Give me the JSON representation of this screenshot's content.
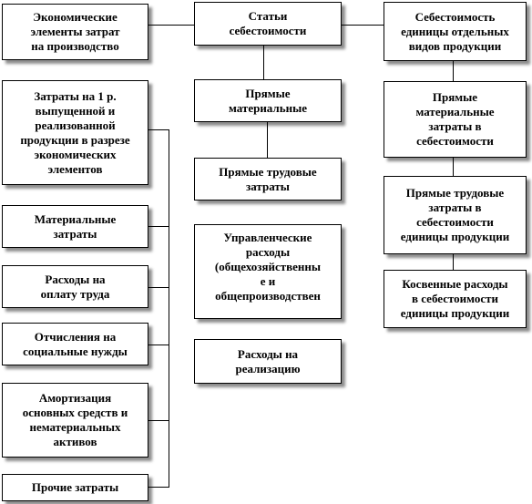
{
  "colors": {
    "line": "#000000",
    "box_border": "#000000",
    "box_fill": "#ffffff",
    "text": "#000000"
  },
  "left_column": {
    "header": "Экономические\nэлементы затрат\nна производство",
    "group_title": "Затраты на 1 р.\nвыпущенной и\nреализованной\nпродукции в разрезе\nэкономических\nэлементов",
    "items": [
      "Материальные\nзатраты",
      "Расходы на\nоплату труда",
      "Отчисления на\nсоциальные нужды",
      "Амортизация\nосновных средств и\nнематериальных\nактивов",
      "Прочие затраты"
    ]
  },
  "center_column": {
    "header": "Статьи\nсебестоимости",
    "items": [
      "Прямые\nматериальные",
      "Прямые трудовые\nзатраты",
      "Управленческие\nрасходы\n(общехозяйственны\nе и\nобщепроизводствен",
      "Расходы на\nреализацию"
    ]
  },
  "right_column": {
    "header": "Себестоимость\nединицы отдельных\nвидов продукции",
    "items": [
      "Прямые\nматериальные\nзатраты в\nсебестоимости",
      "Прямые трудовые\nзатраты в\nсебестоимости\nединицы продукции",
      "Косвенные расходы\nв себестоимости\nединицы продукции"
    ]
  }
}
